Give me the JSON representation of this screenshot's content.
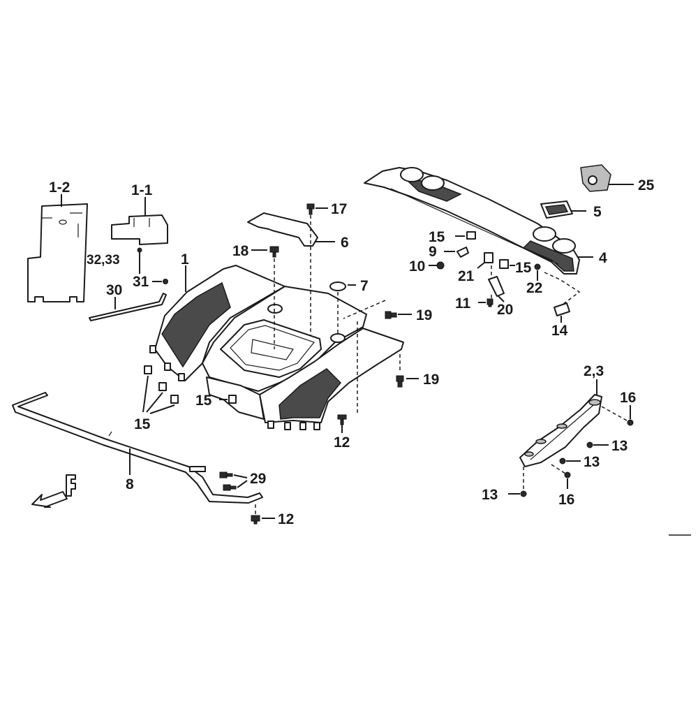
{
  "callouts": [
    {
      "id": "c-1-2",
      "text": "1-2"
    },
    {
      "id": "c-1-1",
      "text": "1-1"
    },
    {
      "id": "c-32-33",
      "text": "32,33"
    },
    {
      "id": "c-31",
      "text": "31"
    },
    {
      "id": "c-30",
      "text": "30"
    },
    {
      "id": "c-1",
      "text": "1"
    },
    {
      "id": "c-18",
      "text": "18"
    },
    {
      "id": "c-17",
      "text": "17"
    },
    {
      "id": "c-6",
      "text": "6"
    },
    {
      "id": "c-7",
      "text": "7"
    },
    {
      "id": "c-19a",
      "text": "19"
    },
    {
      "id": "c-19b",
      "text": "19"
    },
    {
      "id": "c-15a",
      "text": "15"
    },
    {
      "id": "c-15b",
      "text": "15"
    },
    {
      "id": "c-15c",
      "text": "15"
    },
    {
      "id": "c-15d",
      "text": "15"
    },
    {
      "id": "c-12a",
      "text": "12"
    },
    {
      "id": "c-12b",
      "text": "12"
    },
    {
      "id": "c-8",
      "text": "8"
    },
    {
      "id": "c-29",
      "text": "29"
    },
    {
      "id": "c-25",
      "text": "25"
    },
    {
      "id": "c-5",
      "text": "5"
    },
    {
      "id": "c-4",
      "text": "4"
    },
    {
      "id": "c-9",
      "text": "9"
    },
    {
      "id": "c-10",
      "text": "10"
    },
    {
      "id": "c-21",
      "text": "21"
    },
    {
      "id": "c-22",
      "text": "22"
    },
    {
      "id": "c-11",
      "text": "11"
    },
    {
      "id": "c-20",
      "text": "20"
    },
    {
      "id": "c-14",
      "text": "14"
    },
    {
      "id": "c-2-3",
      "text": "2,3"
    },
    {
      "id": "c-16a",
      "text": "16"
    },
    {
      "id": "c-16b",
      "text": "16"
    },
    {
      "id": "c-13a",
      "text": "13"
    },
    {
      "id": "c-13b",
      "text": "13"
    },
    {
      "id": "c-13c",
      "text": "13"
    }
  ],
  "front_arrow": {
    "letter": "F"
  },
  "colors": {
    "ink": "#1a1a1a",
    "shade": "#4a4a4a",
    "background": "#ffffff"
  }
}
